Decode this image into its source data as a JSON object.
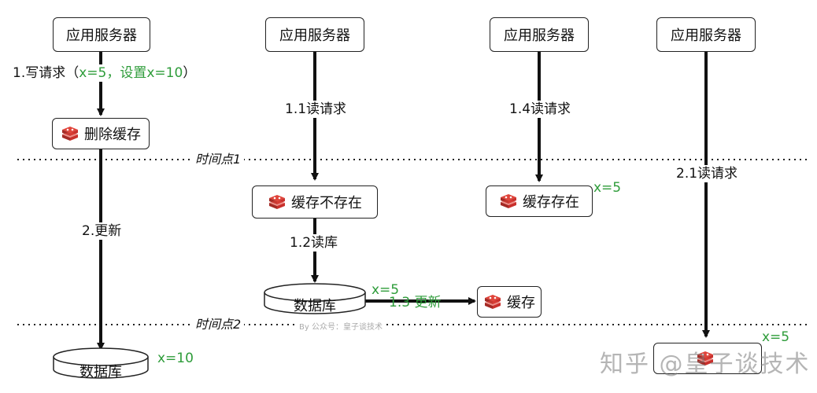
{
  "servers": [
    "应用服务器",
    "应用服务器",
    "应用服务器",
    "应用服务器"
  ],
  "col1": {
    "write_request_prefix": "1.写请求（",
    "write_request_green": "x=5，设置x=10",
    "write_request_suffix": "）",
    "delete_cache": "删除缓存",
    "update": "2.更新",
    "database": "数据库",
    "db_value": "x=10"
  },
  "col2": {
    "read_request": "1.1读请求",
    "cache_miss": "缓存不存在",
    "read_db": "1.2读库",
    "database": "数据库",
    "db_value": "x=5",
    "update_cache": "1.3 更新"
  },
  "col3": {
    "read_request": "1.4读请求",
    "cache_hit": "缓存存在",
    "cache_value": "x=5",
    "cache": "缓存"
  },
  "col4": {
    "read_request": "2.1读请求",
    "cache_value": "x=5"
  },
  "time_points": [
    "时间点1",
    "时间点2"
  ],
  "watermark_small": "By 公众号：皇子谈技术",
  "watermark_big": "知乎 @皇子谈技术",
  "colors": {
    "green": "#2e9c3a",
    "redis_red": "#c9302c",
    "line": "#111111"
  }
}
